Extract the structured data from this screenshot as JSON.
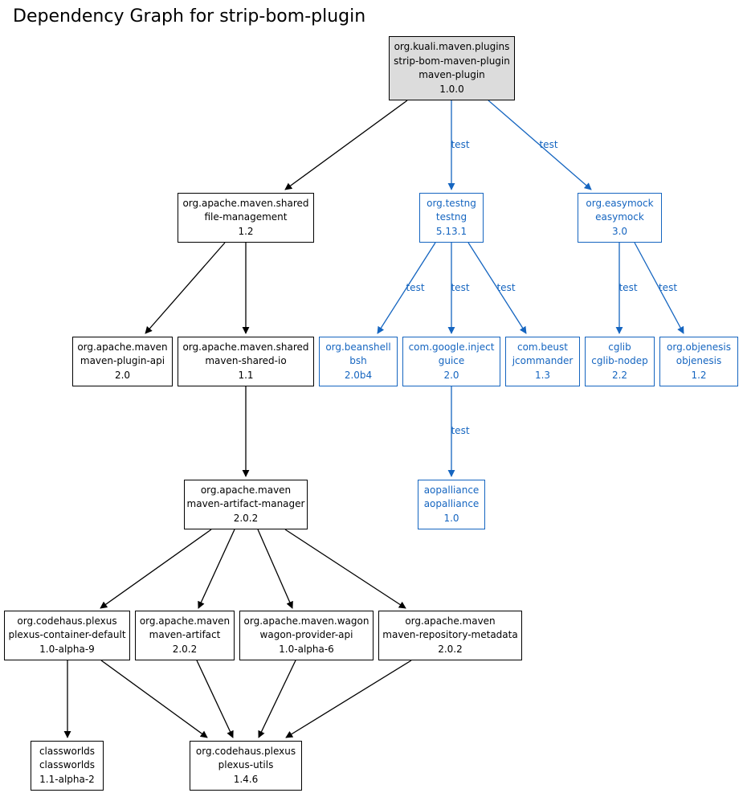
{
  "title": "Dependency Graph for strip-bom-plugin",
  "colors": {
    "compile": "#000000",
    "test": "#1565c0",
    "root_fill": "#dcdcdc"
  },
  "nodes": [
    {
      "id": "root",
      "lines": [
        "org.kuali.maven.plugins",
        "strip-bom-maven-plugin",
        "maven-plugin",
        "1.0.0"
      ],
      "kind": "root"
    },
    {
      "id": "file-management",
      "lines": [
        "org.apache.maven.shared",
        "file-management",
        "1.2"
      ],
      "kind": "compile"
    },
    {
      "id": "testng",
      "lines": [
        "org.testng",
        "testng",
        "5.13.1"
      ],
      "kind": "test"
    },
    {
      "id": "easymock",
      "lines": [
        "org.easymock",
        "easymock",
        "3.0"
      ],
      "kind": "test"
    },
    {
      "id": "maven-plugin-api",
      "lines": [
        "org.apache.maven",
        "maven-plugin-api",
        "2.0"
      ],
      "kind": "compile"
    },
    {
      "id": "maven-shared-io",
      "lines": [
        "org.apache.maven.shared",
        "maven-shared-io",
        "1.1"
      ],
      "kind": "compile"
    },
    {
      "id": "bsh",
      "lines": [
        "org.beanshell",
        "bsh",
        "2.0b4"
      ],
      "kind": "test"
    },
    {
      "id": "guice",
      "lines": [
        "com.google.inject",
        "guice",
        "2.0"
      ],
      "kind": "test"
    },
    {
      "id": "jcommander",
      "lines": [
        "com.beust",
        "jcommander",
        "1.3"
      ],
      "kind": "test"
    },
    {
      "id": "cglib",
      "lines": [
        "cglib",
        "cglib-nodep",
        "2.2"
      ],
      "kind": "test"
    },
    {
      "id": "objenesis",
      "lines": [
        "org.objenesis",
        "objenesis",
        "1.2"
      ],
      "kind": "test"
    },
    {
      "id": "aopalliance",
      "lines": [
        "aopalliance",
        "aopalliance",
        "1.0"
      ],
      "kind": "test"
    },
    {
      "id": "artifact-manager",
      "lines": [
        "org.apache.maven",
        "maven-artifact-manager",
        "2.0.2"
      ],
      "kind": "compile"
    },
    {
      "id": "container-default",
      "lines": [
        "org.codehaus.plexus",
        "plexus-container-default",
        "1.0-alpha-9"
      ],
      "kind": "compile"
    },
    {
      "id": "maven-artifact",
      "lines": [
        "org.apache.maven",
        "maven-artifact",
        "2.0.2"
      ],
      "kind": "compile"
    },
    {
      "id": "wagon-provider-api",
      "lines": [
        "org.apache.maven.wagon",
        "wagon-provider-api",
        "1.0-alpha-6"
      ],
      "kind": "compile"
    },
    {
      "id": "repository-metadata",
      "lines": [
        "org.apache.maven",
        "maven-repository-metadata",
        "2.0.2"
      ],
      "kind": "compile"
    },
    {
      "id": "classworlds",
      "lines": [
        "classworlds",
        "classworlds",
        "1.1-alpha-2"
      ],
      "kind": "compile"
    },
    {
      "id": "plexus-utils",
      "lines": [
        "org.codehaus.plexus",
        "plexus-utils",
        "1.4.6"
      ],
      "kind": "compile"
    }
  ],
  "edges": [
    {
      "from": "root",
      "to": "file-management",
      "label": ""
    },
    {
      "from": "root",
      "to": "testng",
      "label": "test"
    },
    {
      "from": "root",
      "to": "easymock",
      "label": "test"
    },
    {
      "from": "file-management",
      "to": "maven-plugin-api",
      "label": ""
    },
    {
      "from": "file-management",
      "to": "maven-shared-io",
      "label": ""
    },
    {
      "from": "testng",
      "to": "bsh",
      "label": "test"
    },
    {
      "from": "testng",
      "to": "guice",
      "label": "test"
    },
    {
      "from": "testng",
      "to": "jcommander",
      "label": "test"
    },
    {
      "from": "easymock",
      "to": "cglib",
      "label": "test"
    },
    {
      "from": "easymock",
      "to": "objenesis",
      "label": "test"
    },
    {
      "from": "guice",
      "to": "aopalliance",
      "label": "test"
    },
    {
      "from": "maven-shared-io",
      "to": "artifact-manager",
      "label": ""
    },
    {
      "from": "artifact-manager",
      "to": "container-default",
      "label": ""
    },
    {
      "from": "artifact-manager",
      "to": "maven-artifact",
      "label": ""
    },
    {
      "from": "artifact-manager",
      "to": "wagon-provider-api",
      "label": ""
    },
    {
      "from": "artifact-manager",
      "to": "repository-metadata",
      "label": ""
    },
    {
      "from": "container-default",
      "to": "classworlds",
      "label": ""
    },
    {
      "from": "container-default",
      "to": "plexus-utils",
      "label": ""
    },
    {
      "from": "maven-artifact",
      "to": "plexus-utils",
      "label": ""
    },
    {
      "from": "wagon-provider-api",
      "to": "plexus-utils",
      "label": ""
    },
    {
      "from": "repository-metadata",
      "to": "plexus-utils",
      "label": ""
    }
  ]
}
